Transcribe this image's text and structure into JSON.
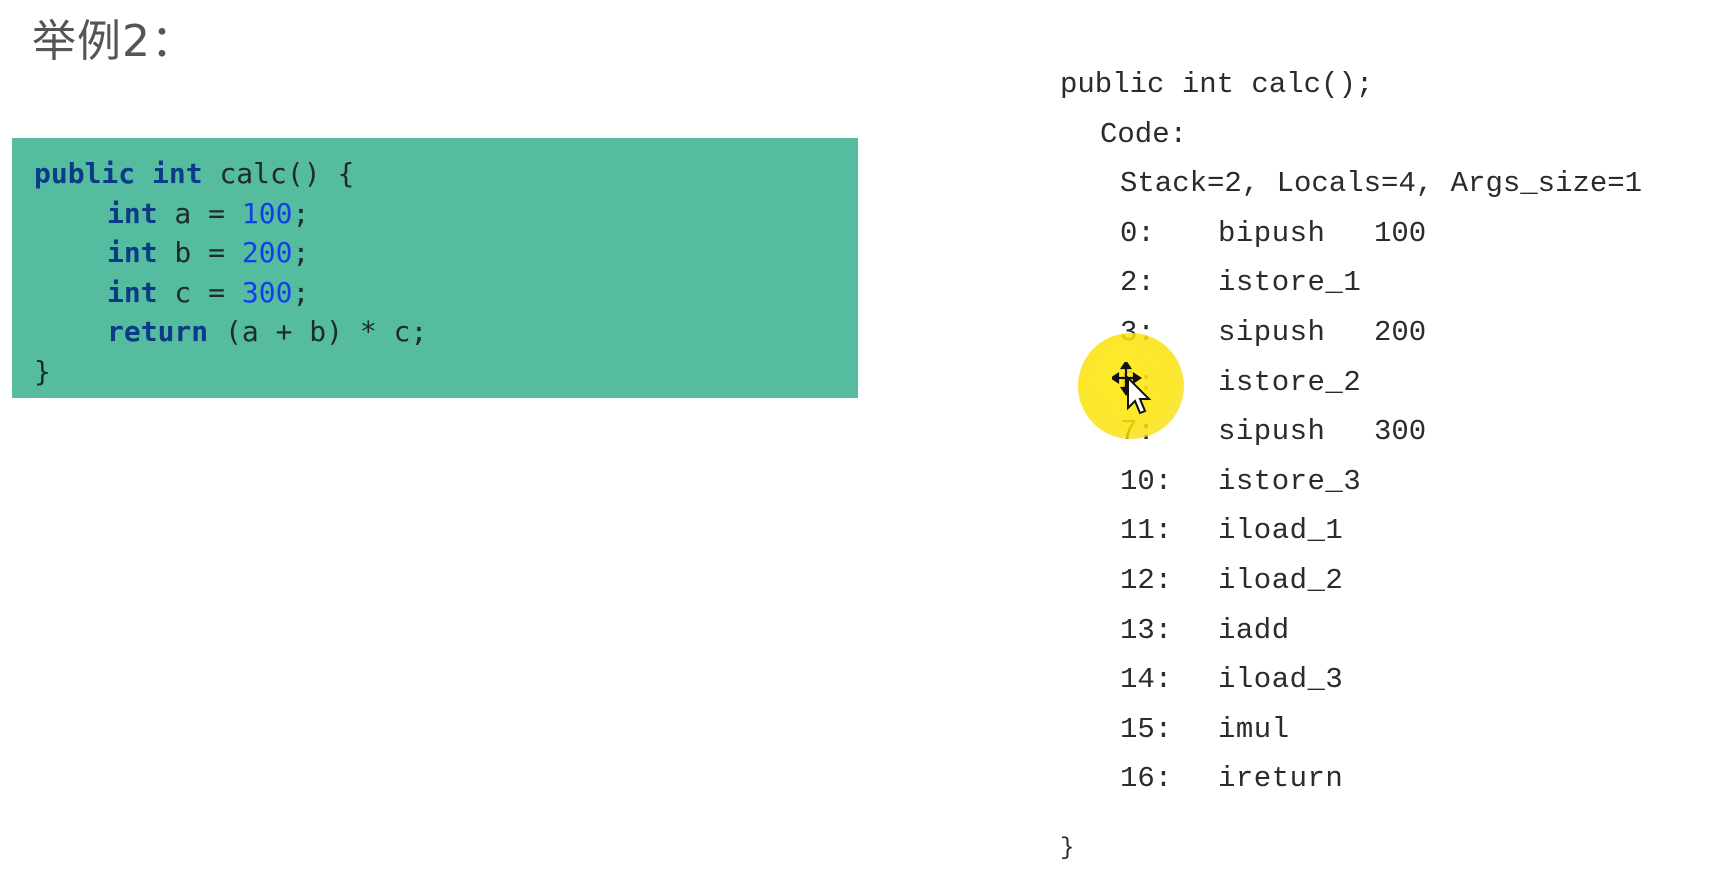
{
  "slide": {
    "title": "举例2："
  },
  "source_code": {
    "lines": [
      {
        "kw1": "public",
        "kw2": "int",
        "rest": " calc() {"
      },
      {
        "kw": "int",
        "mid": " a = ",
        "num": "100",
        "end": ";"
      },
      {
        "kw": "int",
        "mid": " b = ",
        "num": "200",
        "end": ";"
      },
      {
        "kw": "int",
        "mid": " c = ",
        "num": "300",
        "end": ";"
      },
      {
        "kw": "return",
        "rest": " (a + b) * c;"
      },
      {
        "text": "}"
      }
    ]
  },
  "bytecode": {
    "signature": "public int calc();",
    "code_label": "Code:",
    "stack_info": "Stack=2, Locals=4, Args_size=1",
    "instructions": [
      {
        "offset": "0:",
        "op": "bipush",
        "operand": "100"
      },
      {
        "offset": "2:",
        "op": "istore_1",
        "operand": ""
      },
      {
        "offset": "3:",
        "op": "sipush",
        "operand": "200"
      },
      {
        "offset": "6:",
        "op": "istore_2",
        "operand": ""
      },
      {
        "offset": "7:",
        "op": "sipush",
        "operand": "300"
      },
      {
        "offset": "10:",
        "op": "istore_3",
        "operand": ""
      },
      {
        "offset": "11:",
        "op": "iload_1",
        "operand": ""
      },
      {
        "offset": "12:",
        "op": "iload_2",
        "operand": ""
      },
      {
        "offset": "13:",
        "op": "iadd",
        "operand": ""
      },
      {
        "offset": "14:",
        "op": "iload_3",
        "operand": ""
      },
      {
        "offset": "15:",
        "op": "imul",
        "operand": ""
      },
      {
        "offset": "16:",
        "op": "ireturn",
        "operand": ""
      }
    ],
    "closing": "}"
  },
  "cursor": {
    "icon": "move-cursor-icon",
    "highlight_color": "#fbe416"
  },
  "colors": {
    "code_panel_bg": "#56bc9f",
    "keyword": "#0b3a86",
    "number_literal": "#1040e8",
    "bytecode_text": "#2b2b2b",
    "title_text": "#555555"
  }
}
